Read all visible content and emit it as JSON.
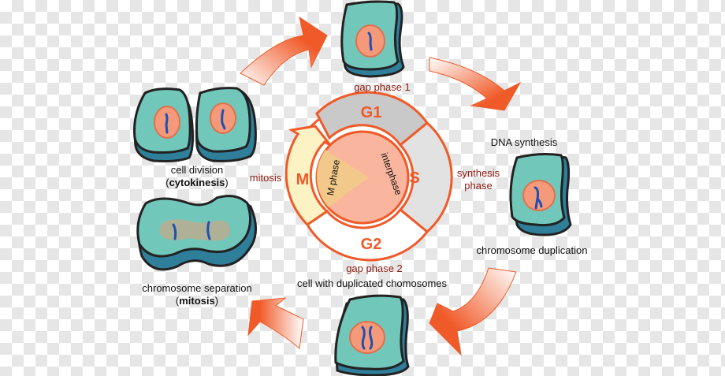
{
  "diagram": {
    "title": "Cell cycle",
    "phases": {
      "g1": {
        "label": "G1",
        "caption": "gap phase 1"
      },
      "s": {
        "label": "S",
        "caption": "synthesis phase",
        "caption_line1": "synthesis",
        "caption_line2": "phase"
      },
      "g2": {
        "label": "G2",
        "caption": "gap phase 2"
      },
      "m": {
        "label": "M",
        "caption": "mitosis"
      }
    },
    "inner": {
      "interphase": "interphase",
      "m_phase": "M phase"
    },
    "cells": {
      "g1_cell": {
        "caption": "gap phase 1"
      },
      "s_cell": {
        "caption_top": "DNA synthesis",
        "caption_bottom": "chromosome duplication"
      },
      "g2_cell": {
        "caption": "cell with duplicated chomosomes"
      },
      "mitosis_cell": {
        "caption_line1": "chromosome separation",
        "caption_paren_open": "(",
        "caption_bold": "mitosis",
        "caption_paren_close": ")"
      },
      "cytokinesis_cells": {
        "caption_line1": "cell division",
        "caption_paren_open": "(",
        "caption_bold": "cytokinesis",
        "caption_paren_close": ")"
      }
    },
    "colors": {
      "orange": "#f05a28",
      "cell_top": "#72c7bb",
      "cell_side": "#2f7f9a",
      "nucleus": "#f49a7a",
      "chromosome": "#1f4fb0",
      "g1_fill": "#c9c9c9",
      "s_fill": "#e2e2e2",
      "g2_fill": "#ffffff",
      "m_fill": "#fdf2c4",
      "interphase_fill": "#f9b59d",
      "m_phase_fill": "#f2c98a",
      "label_red": "#8b1a10"
    }
  }
}
